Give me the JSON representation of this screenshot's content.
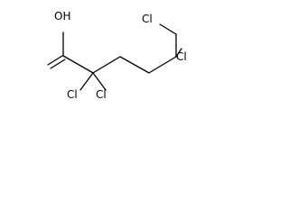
{
  "molecule": {
    "atoms": [
      {
        "id": "oh",
        "label": "OH"
      },
      {
        "id": "cl_a",
        "label": "Cl"
      },
      {
        "id": "cl_b",
        "label": "Cl"
      },
      {
        "id": "cl_c",
        "label": "Cl"
      },
      {
        "id": "cl_d",
        "label": "Cl"
      }
    ]
  }
}
